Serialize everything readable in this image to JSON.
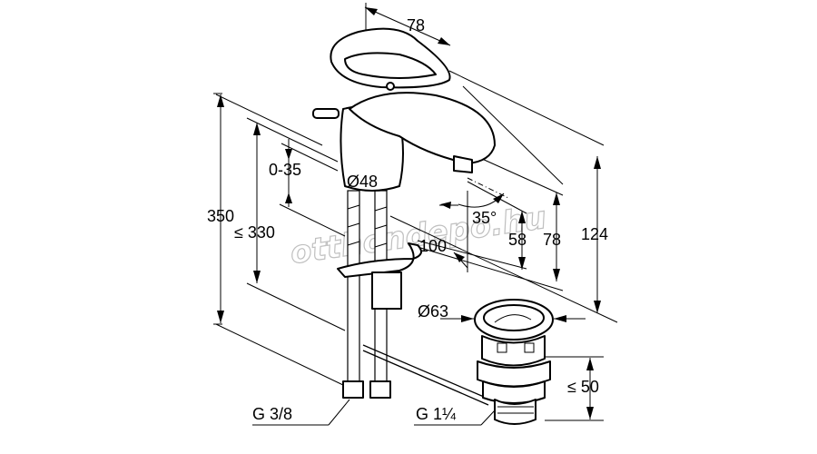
{
  "diagram": {
    "dimensions": {
      "spout_width": "78",
      "height_total": "350",
      "height_max": "≤ 330",
      "pop_up_range": "0-35",
      "body_diameter": "Ø48",
      "spout_angle": "35°",
      "spout_reach": "100",
      "outlet_height": "58",
      "outlet_height_max": "78",
      "faucet_height": "124",
      "waste_diameter": "Ø63",
      "waste_height": "≤ 50",
      "hose_thread": "G 3/8",
      "waste_thread": "G 1¼"
    },
    "watermark": "otthondepo.hu"
  }
}
